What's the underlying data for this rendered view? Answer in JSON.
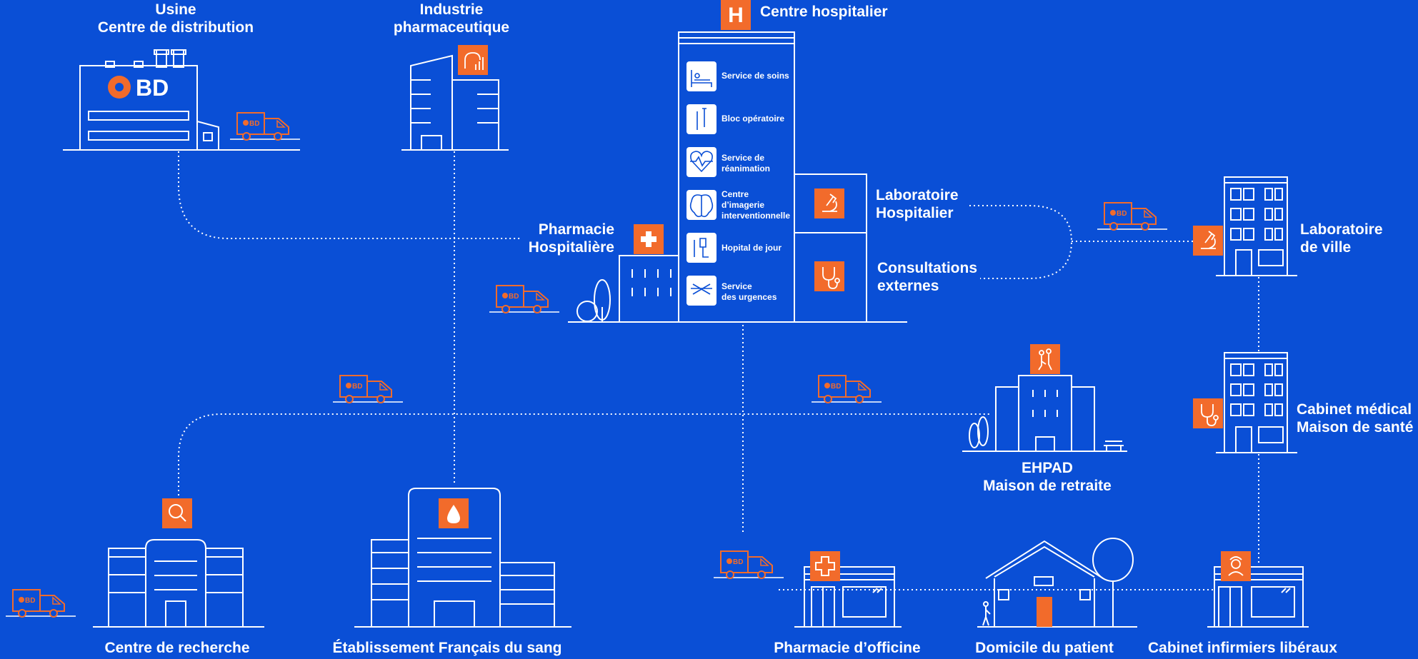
{
  "colors": {
    "background": "#0a4fd6",
    "line": "#ffffff",
    "accent": "#f26b2b"
  },
  "brand": {
    "logo_text": "BD"
  },
  "nodes": {
    "usine": {
      "line1": "Usine",
      "line2": "Centre de distribution"
    },
    "industrie": {
      "line1": "Industrie",
      "line2": "pharmaceutique"
    },
    "hopital": {
      "badge": "H",
      "title": "Centre hospitalier"
    },
    "pharmacie_hosp": {
      "line1": "Pharmacie",
      "line2": "Hospitalière"
    },
    "labo_hosp": {
      "line1": "Laboratoire",
      "line2": "Hospitalier"
    },
    "consultations": {
      "line1": "Consultations",
      "line2": "externes"
    },
    "labo_ville": {
      "line1": "Laboratoire",
      "line2": "de ville"
    },
    "cabinet_medical": {
      "line1": "Cabinet médical",
      "line2": "Maison de santé"
    },
    "ehpad": {
      "line1": "EHPAD",
      "line2": "Maison de retraite"
    },
    "recherche": {
      "label": "Centre de recherche"
    },
    "efs": {
      "label": "Établissement Français du sang"
    },
    "pharmacie_officine": {
      "label": "Pharmacie d’officine"
    },
    "domicile": {
      "label": "Domicile du patient"
    },
    "cabinet_infirmiers": {
      "label": "Cabinet infirmiers libéraux"
    }
  },
  "services": [
    {
      "line1": "Service de soins",
      "line2": "",
      "line3": "",
      "icon": "hospital-bed-icon"
    },
    {
      "line1": "Bloc opératoire",
      "line2": "",
      "line3": "",
      "icon": "surgical-tools-icon"
    },
    {
      "line1": "Service de",
      "line2": "réanimation",
      "line3": "",
      "icon": "heart-pulse-icon"
    },
    {
      "line1": "Centre",
      "line2": "d’imagerie",
      "line3": "interventionnelle",
      "icon": "brain-icon"
    },
    {
      "line1": "Hopital de jour",
      "line2": "",
      "line3": "",
      "icon": "iv-drip-icon"
    },
    {
      "line1": "Service",
      "line2": "des urgences",
      "line3": "",
      "icon": "stretcher-icon"
    }
  ]
}
